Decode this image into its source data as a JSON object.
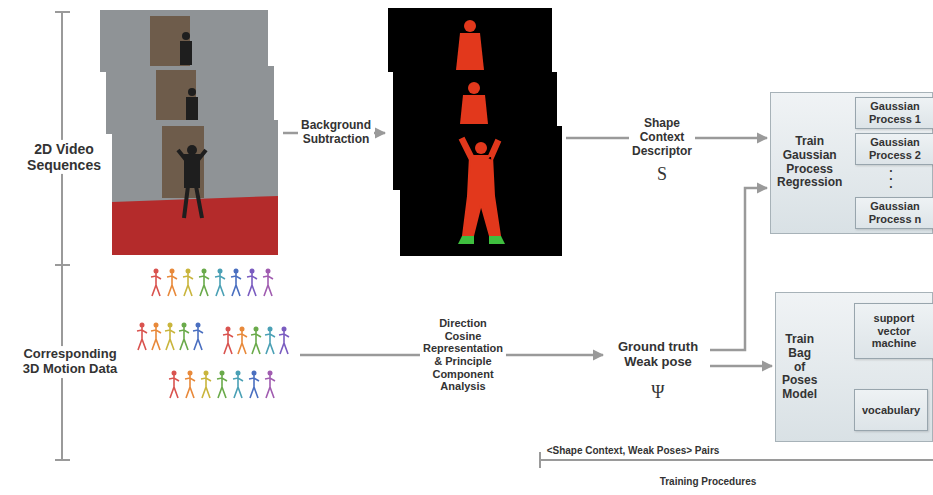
{
  "diagram": {
    "nodes": [
      {
        "text": [
          "Train Gaussian Process Regression"
        ]
      },
      {
        "text": [
          "Gaussian Process 1"
        ],
        "in": 0
      },
      {
        "text": [
          "Gaussian Process 2"
        ],
        "in": 0
      },
      {
        "text": [
          "Gaussian Process n"
        ],
        "in": 0
      },
      {
        "text": [
          "Train Bag of Poses Model"
        ]
      },
      {
        "text": [
          "support vector machine"
        ],
        "in": 4
      },
      {
        "text": [
          "vocabulary"
        ],
        "in": 4
      }
    ],
    "labels": [
      "2D Video Sequences",
      "Corresponding 3D Motion Data",
      "Background Subtraction",
      "Shape Context Descriptor",
      "S",
      "Direction Cosine Representation & Principle Component Analysis",
      "Ground truth Weak pose",
      "Ψ",
      "<Shape Context, Weak Poses> Pairs",
      "Training Procedures",
      ".",
      ".",
      "."
    ]
  }
}
